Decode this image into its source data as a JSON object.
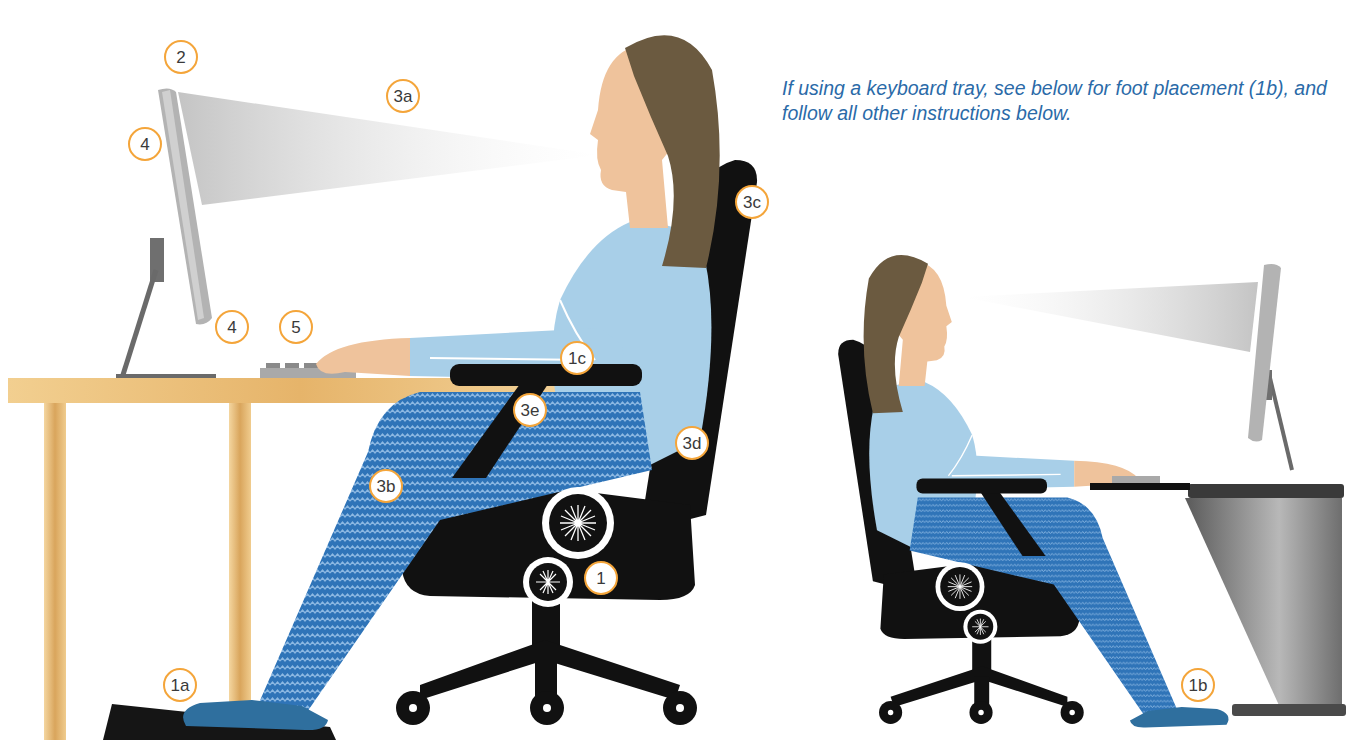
{
  "diagram": {
    "labels": [
      "2",
      "3a",
      "4",
      "3c",
      "1c",
      "4",
      "5",
      "3e",
      "3d",
      "3b",
      "1",
      "1a",
      "1b",
      "If using a keyboard tray, see below for foot placement (1b), and follow all other instructions below."
    ]
  }
}
